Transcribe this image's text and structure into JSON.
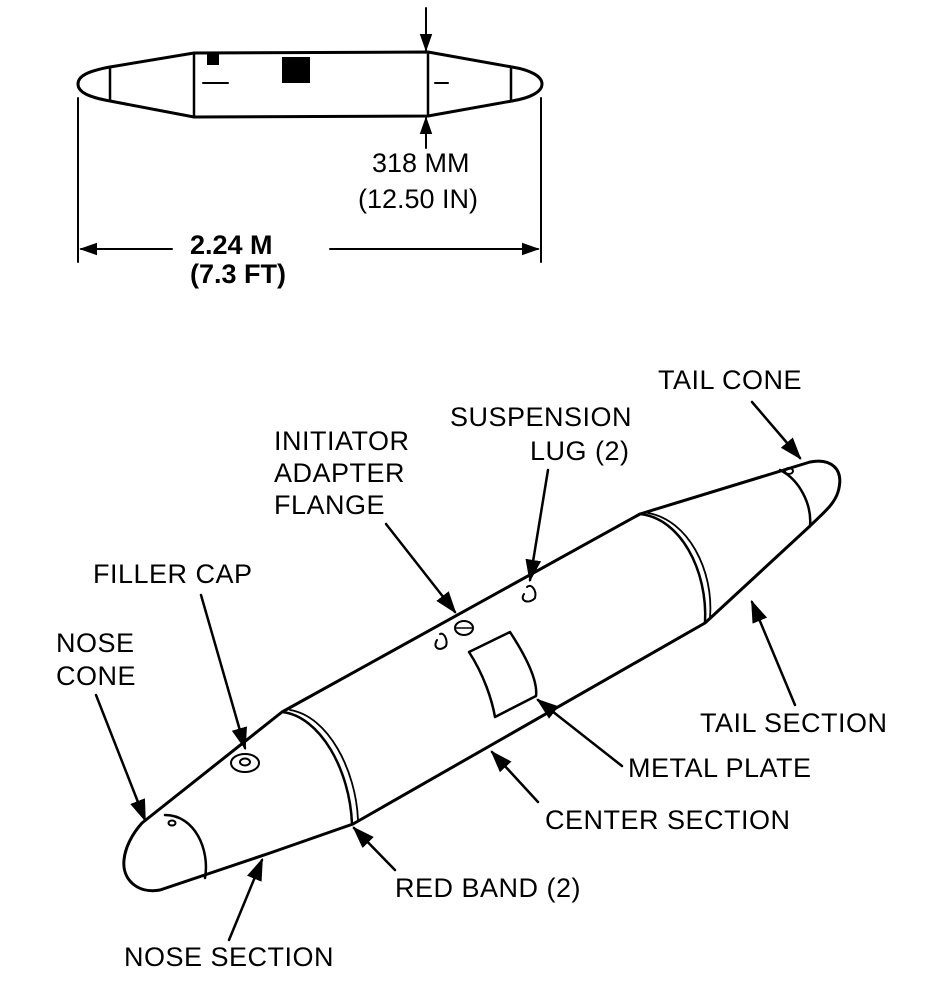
{
  "figure": {
    "colors": {
      "ink": "#000000",
      "paper": "#ffffff"
    },
    "side_view": {
      "diameter": {
        "metric": "318 MM",
        "imperial": "(12.50 IN)"
      },
      "length": {
        "metric": "2.24 M",
        "imperial": "(7.3 FT)"
      }
    },
    "callouts": [
      {
        "id": "tail-cone",
        "text": "TAIL CONE"
      },
      {
        "id": "suspension-lug",
        "lines": [
          "SUSPENSION",
          "LUG (2)"
        ]
      },
      {
        "id": "initiator-adapter-flange",
        "lines": [
          "INITIATOR",
          "ADAPTER",
          "FLANGE"
        ]
      },
      {
        "id": "filler-cap",
        "text": "FILLER CAP"
      },
      {
        "id": "nose-cone",
        "lines": [
          "NOSE",
          "CONE"
        ]
      },
      {
        "id": "tail-section",
        "text": "TAIL SECTION"
      },
      {
        "id": "metal-plate",
        "text": "METAL PLATE"
      },
      {
        "id": "center-section",
        "text": "CENTER SECTION"
      },
      {
        "id": "red-band",
        "text": "RED BAND (2)"
      },
      {
        "id": "nose-section",
        "text": "NOSE SECTION"
      }
    ]
  }
}
